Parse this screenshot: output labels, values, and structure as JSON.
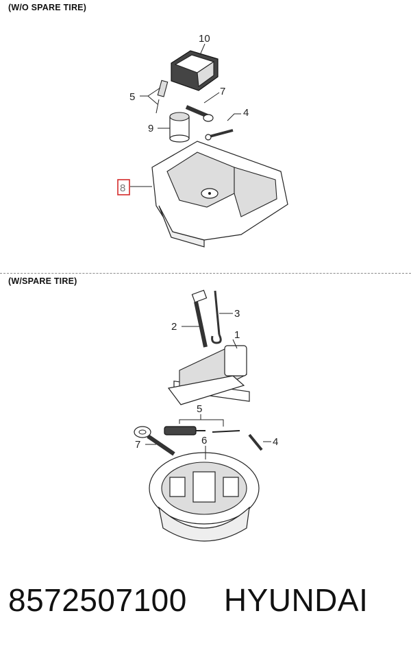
{
  "sections": {
    "top": {
      "title": "(W/O SPARE TIRE)"
    },
    "bottom": {
      "title": "(W/SPARE TIRE)"
    }
  },
  "callouts_top": {
    "c10": "10",
    "c5": "5",
    "c7": "7",
    "c4": "4",
    "c9": "9",
    "c8": "8"
  },
  "callouts_bottom": {
    "c2": "2",
    "c3": "3",
    "c1": "1",
    "c5": "5",
    "c7": "7",
    "c4": "4",
    "c6": "6"
  },
  "highlight_color": "#d42a2a",
  "footer": {
    "part_number": "8572507100",
    "brand": "HYUNDAI"
  }
}
